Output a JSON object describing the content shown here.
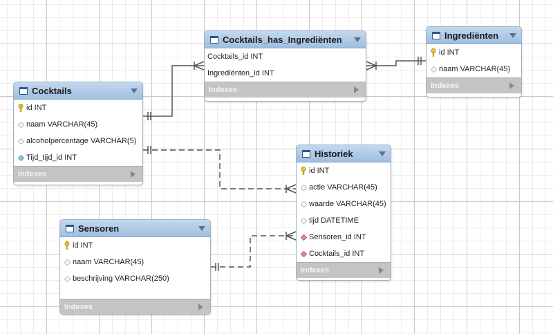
{
  "entities": {
    "cocktails": {
      "title": "Cocktails",
      "columns": [
        {
          "name": "id INT",
          "kind": "primary-key"
        },
        {
          "name": "naam VARCHAR(45)",
          "kind": "column"
        },
        {
          "name": "alcoholpercentage VARCHAR(5)",
          "kind": "column"
        },
        {
          "name": "Tijd_tijd_id INT",
          "kind": "column-filled"
        }
      ],
      "indexes_label": "Indexes"
    },
    "cocktails_has_ingredienten": {
      "title": "Cocktails_has_Ingrediënten",
      "columns": [
        {
          "name": "Cocktails_id INT",
          "kind": "plain"
        },
        {
          "name": "Ingrediënten_id INT",
          "kind": "plain"
        }
      ],
      "indexes_label": "Indexes"
    },
    "ingredienten": {
      "title": "Ingrediënten",
      "columns": [
        {
          "name": "id INT",
          "kind": "primary-key"
        },
        {
          "name": "naam VARCHAR(45)",
          "kind": "column"
        }
      ],
      "indexes_label": "Indexes"
    },
    "historiek": {
      "title": "Historiek",
      "columns": [
        {
          "name": "id INT",
          "kind": "primary-key"
        },
        {
          "name": "actie VARCHAR(45)",
          "kind": "column"
        },
        {
          "name": "waarde VARCHAR(45)",
          "kind": "column"
        },
        {
          "name": "tijd DATETIME",
          "kind": "column"
        },
        {
          "name": "Sensoren_id INT",
          "kind": "foreign-key"
        },
        {
          "name": "Cocktails_id INT",
          "kind": "foreign-key"
        }
      ],
      "indexes_label": "Indexes"
    },
    "sensoren": {
      "title": "Sensoren",
      "columns": [
        {
          "name": "id INT",
          "kind": "primary-key"
        },
        {
          "name": "naam VARCHAR(45)",
          "kind": "column"
        },
        {
          "name": "beschrijving VARCHAR(250)",
          "kind": "column"
        }
      ],
      "indexes_label": "Indexes"
    }
  },
  "relationships": [
    {
      "from": "Cocktails",
      "to": "Cocktails_has_Ingrediënten",
      "style": "solid",
      "from_end": "one",
      "to_end": "many"
    },
    {
      "from": "Ingrediënten",
      "to": "Cocktails_has_Ingrediënten",
      "style": "solid",
      "from_end": "one",
      "to_end": "many"
    },
    {
      "from": "Cocktails",
      "to": "Historiek",
      "style": "dashed",
      "from_end": "one",
      "to_end": "many"
    },
    {
      "from": "Sensoren",
      "to": "Historiek",
      "style": "dashed",
      "from_end": "one",
      "to_end": "many"
    }
  ],
  "colors": {
    "header": "#a9c4e2",
    "indexes_bar": "#c4c4c4",
    "primary_key": "#e6c229",
    "foreign_key": "#d98c8c",
    "column": "#9ccbbb",
    "connector": "#555555"
  }
}
